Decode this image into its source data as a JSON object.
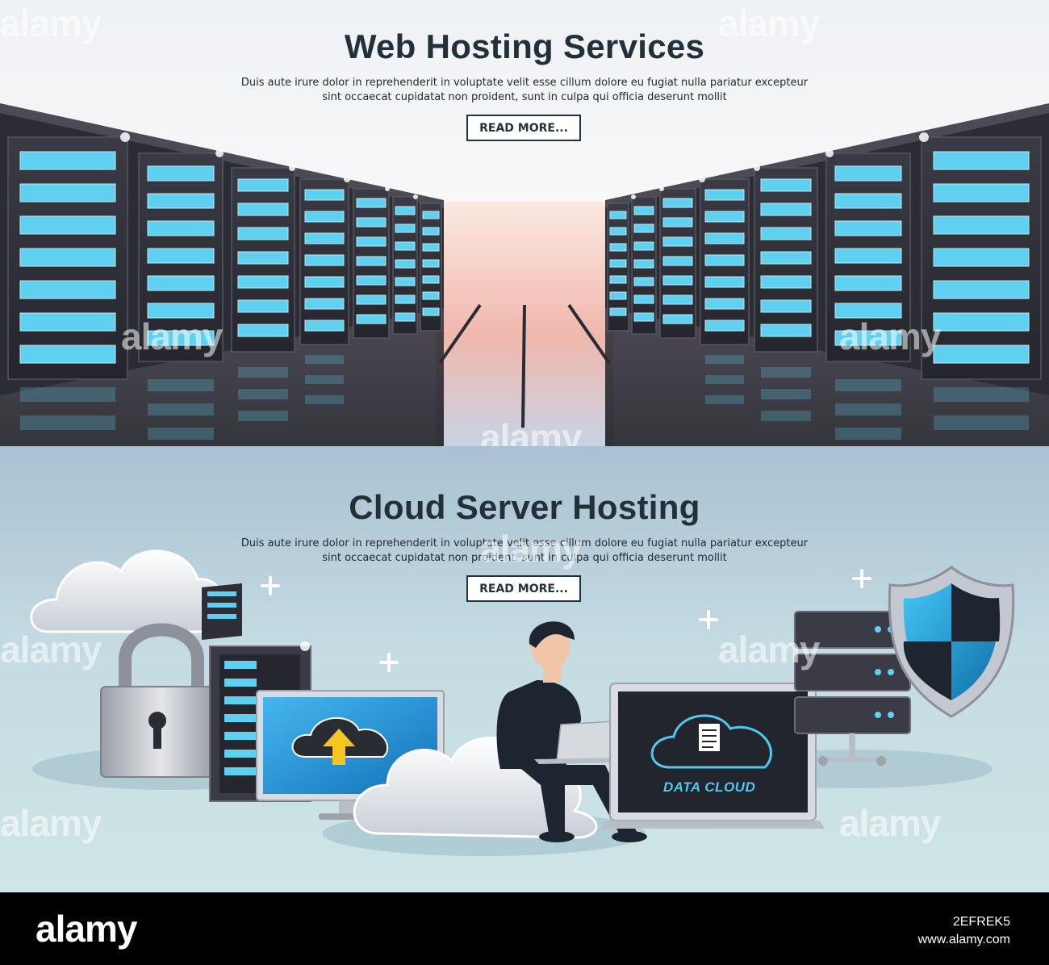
{
  "web_hosting": {
    "title": "Web Hosting Services",
    "text_line1": "Duis aute irure dolor in reprehenderit in voluptate velit esse cillum dolore eu fugiat nulla pariatur excepteur",
    "text_line2": "sint occaecat cupidatat non proident, sunt in culpa qui officia deserunt mollit",
    "button_label": "READ MORE..."
  },
  "cloud_hosting": {
    "title": "Cloud Server Hosting",
    "text_line1": "Duis aute irure dolor in reprehenderit in voluptate velit esse cillum dolore eu fugiat nulla pariatur excepteur",
    "text_line2": "sint occaecat cupidatat non proident, sunt in culpa qui officia deserunt mollit",
    "button_label": "READ MORE...",
    "laptop_label": "DATA CLOUD"
  },
  "watermark": "alamy",
  "footer": {
    "logo": "alamy",
    "image_id": "2EFREK5",
    "url": "www.alamy.com"
  },
  "icons": [
    "server-rack-icon",
    "cloud-icon",
    "padlock-icon",
    "monitor-icon",
    "upload-arrow-icon",
    "laptop-icon",
    "document-icon",
    "database-server-icon",
    "shield-icon",
    "plus-icon",
    "person-icon"
  ],
  "colors": {
    "title": "#22303a",
    "accent_blue": "#1f8fc9",
    "server_dark": "#2a2c33",
    "server_led": "#5fd0f0",
    "footer": "#000000"
  }
}
